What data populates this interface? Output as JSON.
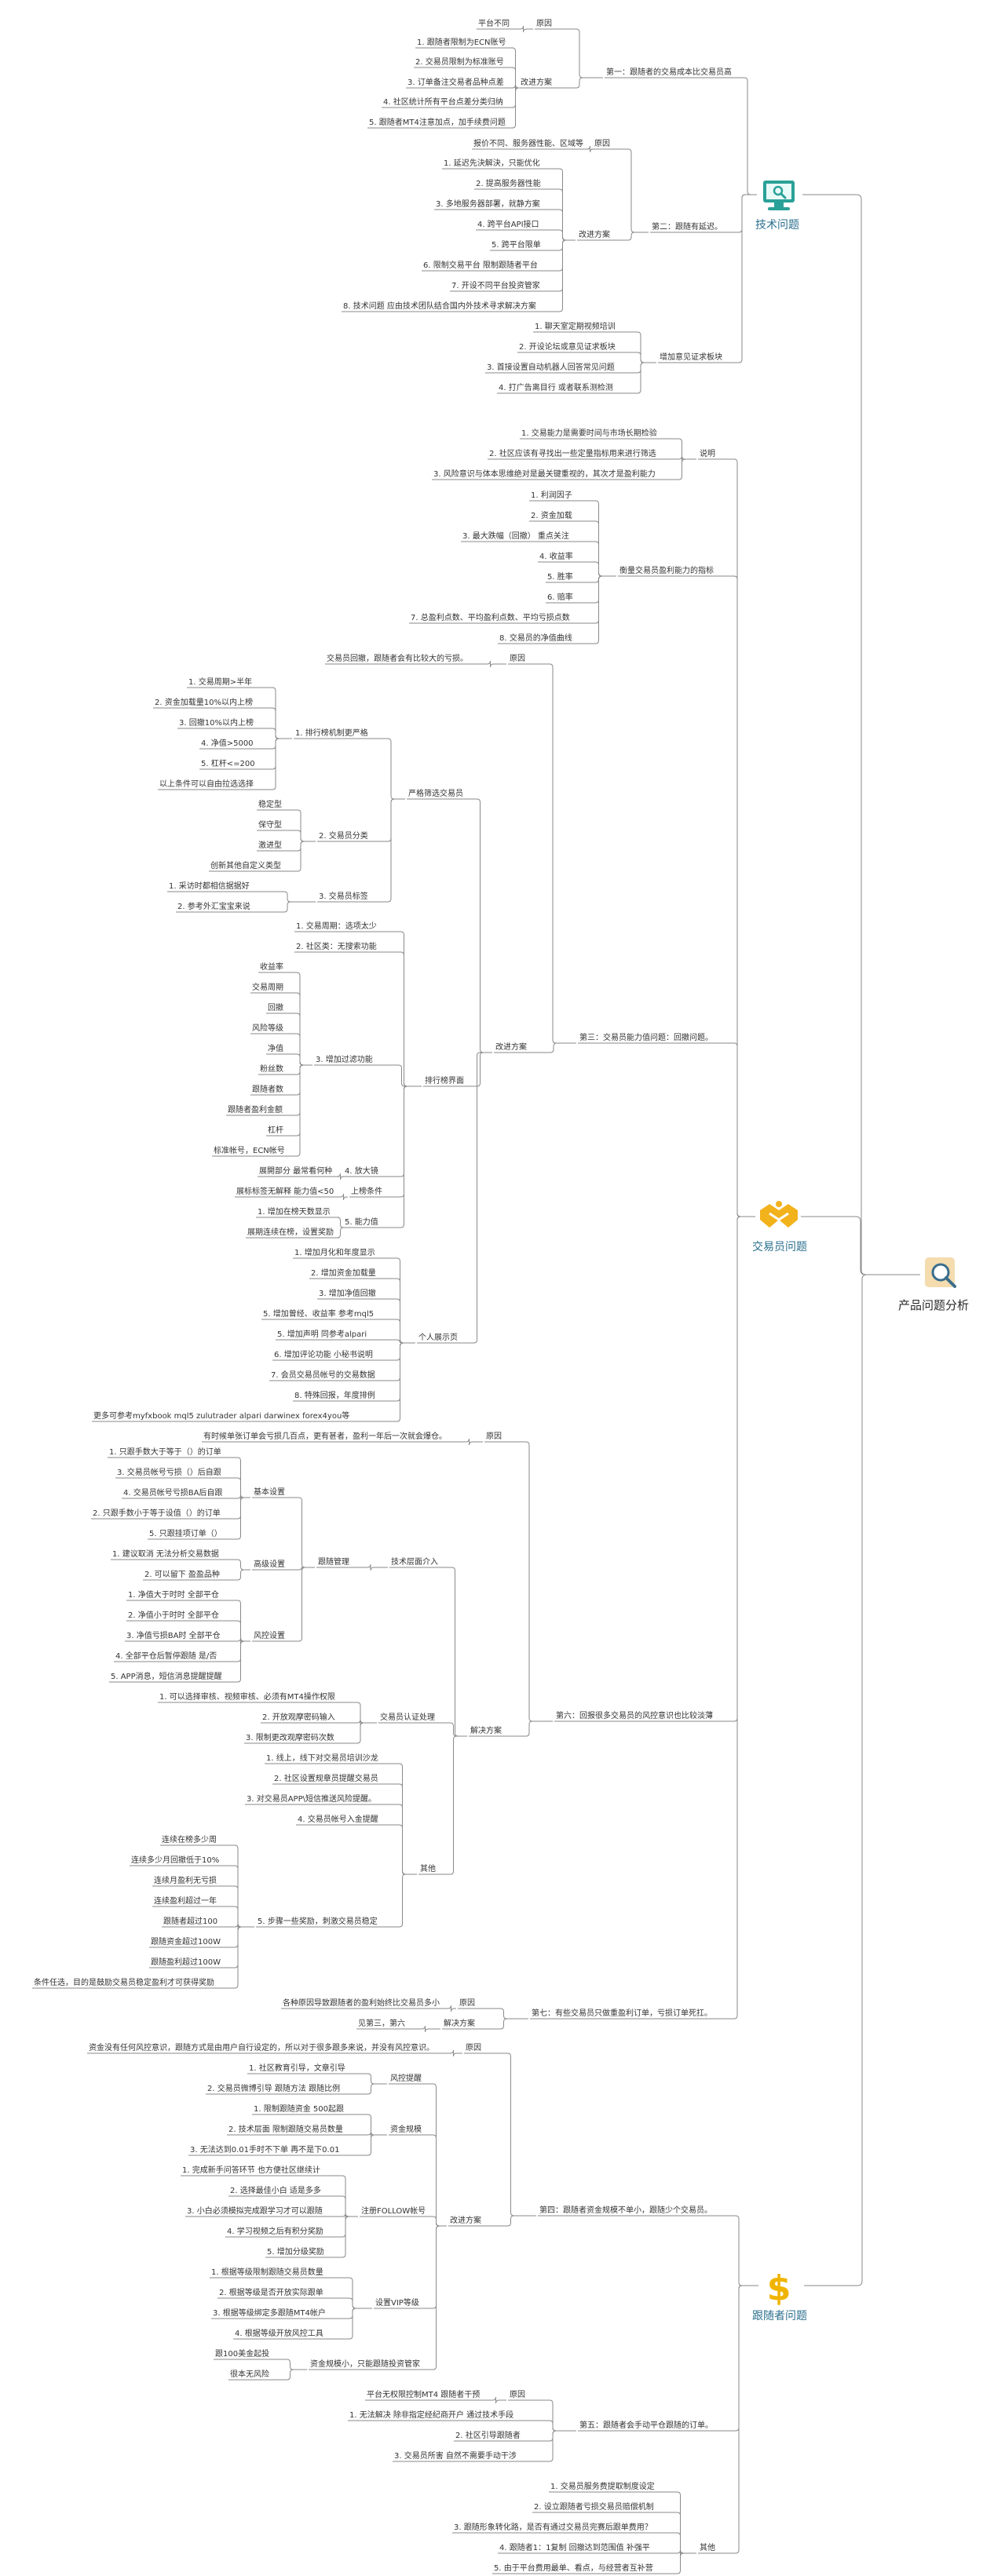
{
  "root": {
    "label": "产品问题分析",
    "icon": "magnifier-icon"
  },
  "branches": [
    {
      "id": "tech",
      "label": "技术问题",
      "icon": "monitor-icon",
      "color": "#2aa198"
    },
    {
      "id": "trader",
      "label": "交易员问题",
      "icon": "handshake-icon",
      "color": "#e9a000"
    },
    {
      "id": "follower",
      "label": "跟随者问题",
      "icon": "dollar-icon",
      "color": "#f0b400"
    }
  ],
  "nodes": {
    "t1": "第一：跟随者的交易成本比交易员高",
    "t1a": "原因",
    "t1a1": "平台不同",
    "t1b": "改进方案",
    "t1b1": "1. 跟随者限制为ECN账号",
    "t1b2": "2. 交易员限制为标准账号",
    "t1b3": "3. 订单备注交易者品种点差",
    "t1b4": "4. 社区统计所有平台点差分类归纳",
    "t1b5": "5. 跟随者MT4注意加点，加手续费问题",
    "t2": "第二：跟随有延迟。",
    "t2a": "原因",
    "t2a1": "报价不同、服务器性能、区域等",
    "t2b": "改进方案",
    "t2b1": "1. 延迟先決解決，只能优化",
    "t2b2": "2. 提高服务器性能",
    "t2b3": "3. 多地服务器部署，就静方案",
    "t2b4": "4. 跨平台API接口",
    "t2b5": "5. 跨平台限单",
    "t2b6": "6. 限制交易平台 限制跟随者平台",
    "t2b7": "7. 开设不同平台投资管家",
    "t2b8": "8. 技术问题 应由技术团队结合国内外技术寻求解决方案",
    "t3": "增加意见证求板块",
    "t3a": "1. 聊天室定期视频培训",
    "t3b": "2. 开设论坛或意见证求板块",
    "t3c": "3. 首接设置自动机器人回答常见问题",
    "t3d": "4. 打广告离目行 或者联系测检测",
    "r1": "说明",
    "r1a": "1. 交易能力是需要时间与市场长期检验",
    "r1b": "2. 社区应该有寻找出一些定量指标用来进行筛选",
    "r1c": "3. 风险意识与体本思维绝对是最关键重视的，其次才是盈利能力",
    "r2": "衡量交易员盈利能力的指标",
    "r2a": "1. 利润因子",
    "r2b": "2. 资金加载",
    "r2c": "3. 最大跌幅（回撤） 重点关注",
    "r2d": "4. 收益率",
    "r2e": "5. 胜率",
    "r2f": "6. 赔率",
    "r2g": "7. 总盈利点数、平均盈利点数、平均亏损点数",
    "r2h": "8. 交易员的净值曲线",
    "r3": "第三：交易员能力值问题：回撤问题。",
    "r3a": "原因",
    "r3a1": "交易员回撤，跟随者会有比较大的亏损。",
    "r3b": "改进方案",
    "r3b1": "严格筛选交易员",
    "r3b1a": "1. 排行榜机制更严格",
    "r3b1a1": "1. 交易周期>半年",
    "r3b1a2": "2. 资金加载量10%以内上榜",
    "r3b1a3": "3. 回撤10%以内上榜",
    "r3b1a4": "4. 净值>5000",
    "r3b1a5": "5. 杠杆<=200",
    "r3b1a6": "以上条件可以自由拉选选择",
    "r3b1b": "2. 交易员分类",
    "r3b1b1": "稳定型",
    "r3b1b2": "保守型",
    "r3b1b3": "激进型",
    "r3b1b4": "创新其他自定义类型",
    "r3b1c": "3. 交易员标签",
    "r3b1c1": "1. 采访时都相信据据好",
    "r3b1c2": "2. 参考外汇宝宝来说",
    "r3b2": "排行榜界面",
    "r3b2a": "1. 交易周期：选项太少",
    "r3b2b": "2. 社区类：无搜索功能",
    "r3b2c": "3. 增加过滤功能",
    "r3b2c1": "收益率",
    "r3b2c2": "交易周期",
    "r3b2c3": "回撤",
    "r3b2c4": "风险等级",
    "r3b2c5": "净值",
    "r3b2c6": "粉丝数",
    "r3b2c7": "跟随者数",
    "r3b2c8": "跟随者盈利金额",
    "r3b2c9": "杠杆",
    "r3b2c10": "标准帐号，ECN帐号",
    "r3b2d": "4. 放大镜",
    "r3b2d1": "展開部分 最常看何种",
    "r3b2e": "上榜条件",
    "r3b2e1": "展标标签无解释 能力值<50",
    "r3b2f": "5. 能力值",
    "r3b2f1": "1. 增加在榜天数显示",
    "r3b2f2": "展期连续在榜，设置奖励",
    "r3b3": "个人展示页",
    "r3b3a": "1. 增加月化和年度显示",
    "r3b3b": "2. 增加资金加载量",
    "r3b3c": "3. 增加净值回撤",
    "r3b3d": "5. 增加曾经、收益率 参考mql5",
    "r3b3e": "5. 增加声明 同参考alpari",
    "r3b3f": "6. 增加评论功能 小秘书说明",
    "r3b3g": "7. 会员交易员帐号的交易数据",
    "r3b3h": "8. 特殊回报，年度排例",
    "r3b3i": "更多可参考myfxbook mql5 zulutrader alpari darwinex forex4you等",
    "r4": "第六：回报很多交易员的风控意识也比较淡薄",
    "r4a": "原因",
    "r4a1": "有时候单张订单会亏损几百点，更有甚者，盈利一年后一次就会爆仓。",
    "r4b": "解决方案",
    "r4b1": "技术层面介入",
    "r4b1a": "跟随管理",
    "r4b1a1": "基本设置",
    "r4b1a1a": "1. 只跟手数大于等于（）的订单",
    "r4b1a1b": "3. 交易员帐号亏损（）后自跟",
    "r4b1a1c": "4. 交易员帐号亏损BA后自跟",
    "r4b1a1d": "2. 只跟手数小于等于设值（）的订单",
    "r4b1a1e": "5. 只跟挂项订单（）",
    "r4b1a2": "高级设置",
    "r4b1a2a": "1. 建议取消 无法分析交易数据",
    "r4b1a2b": "2. 可以留下 盈盈品种",
    "r4b1a3": "风控设置",
    "r4b1a3a": "1. 净值大于时时 全部平仓",
    "r4b1a3b": "2. 净值小于时时 全部平仓",
    "r4b1a3c": "3. 净值亏损BA时 全部平仓",
    "r4b1a3d": "4. 全部平仓后暂停跟随 是/否",
    "r4b1a3e": "5. APP消息，短信消息提醒提醒",
    "r4b2": "交易员认证处理",
    "r4b2a": "1. 可以选择审核、视频审核、必须有MT4操作权限",
    "r4b2b": "2. 开放观摩密码输入",
    "r4b2c": "3. 限制更改观摩密码次数",
    "r4b3": "其他",
    "r4b3a": "1. 线上，线下对交易员培训沙龙",
    "r4b3b": "2. 社区设置规章员提醒交易员",
    "r4b3c": "3. 对交易员APP\\短信推送风险提醒。",
    "r4b3d": "4. 交易员帐号入金提醒",
    "r4b3e": "5. 步骤一些奖励，刺激交易员稳定",
    "r4b3e1": "连续在榜多少周",
    "r4b3e2": "连续多少月回撤低于10%",
    "r4b3e3": "连续月盈利无亏损",
    "r4b3e4": "连续盈利超过一年",
    "r4b3e5": "跟随者超过100",
    "r4b3e6": "跟随资金超过100W",
    "r4b3e7": "跟随盈利超过100W",
    "r4b3e8": "条件任选，目的是鼓励交易员稳定盈利才可获得奖励",
    "r5": "第七：有些交易员只做重盈利订单，亏损订单死扛。",
    "r5a": "原因",
    "r5a1": "各种原因导致跟随者的盈利始终比交易员多小",
    "r5b": "解决方案",
    "r5b1": "见第三，第六",
    "f1": "第四：跟随者资金规模不单小，跟随少个交易员。",
    "f1a": "原因",
    "f1a1": "资金没有任何风控意识，跟随方式是由用户自行设定的，所以对于很多跟多来说，并没有风控意识。",
    "f1b": "改进方案",
    "f1b1": "风控提醒",
    "f1b1a": "1. 社区教育引导，文章引导",
    "f1b1b": "2. 交易员微博引导 跟随方法 跟随比例",
    "f1b2": "资金规模",
    "f1b2a": "1. 限制跟随资金 500起跟",
    "f1b2b": "2. 技术层面 限制跟随交易员数量",
    "f1b2c": "3. 无法达到0.01手时不下单 再不是下0.01",
    "f1b3": "注册FOLLOW帐号",
    "f1b3a": "1. 完成新手问答环节 也方便社区继续计",
    "f1b3b": "2. 选择最佳小白 适是多多",
    "f1b3c": "3. 小白必须模拟完成跟学习才可以跟随",
    "f1b3d": "4. 学习视频之后有积分奖励",
    "f1b3e": "5. 增加分级奖励",
    "f1b4": "设置VIP等级",
    "f1b4a": "1. 根据等级限制跟随交易员数量",
    "f1b4b": "2. 根据等级是否开放实际跟单",
    "f1b4c": "3. 根据等级绑定多跟随MT4帐户",
    "f1b4d": "4. 根据等级开放风控工具",
    "f1b5": "资金规模小，只能跟随投资管家",
    "f1b5a": "跟100美金起投",
    "f1b5b": "很本无风险",
    "f2": "第五：跟随者会手动平仓跟随的订单。",
    "f2a": "原因",
    "f2a1": "平台无权限控制MT4 跟随者干预",
    "f2b": "1. 无法解决 除非指定经纪商开户 通过技术手段",
    "f2c": "2. 社区引导跟随者",
    "f2d": "3. 交易员所害 自然不需要手动干涉",
    "f3": "其他",
    "f3a": "1. 交易员服务费提取制度设定",
    "f3b": "2. 设立跟随者亏损交易员赔偿机制",
    "f3c": "3. 跟随形象转化路，是否有通过交易员完赛后跟单费用？",
    "f3d": "4. 跟随者1：1复制 回撤达到范围值 补强平",
    "f3e": "5. 由于平台费用最单、看点，与经营者互补营"
  }
}
